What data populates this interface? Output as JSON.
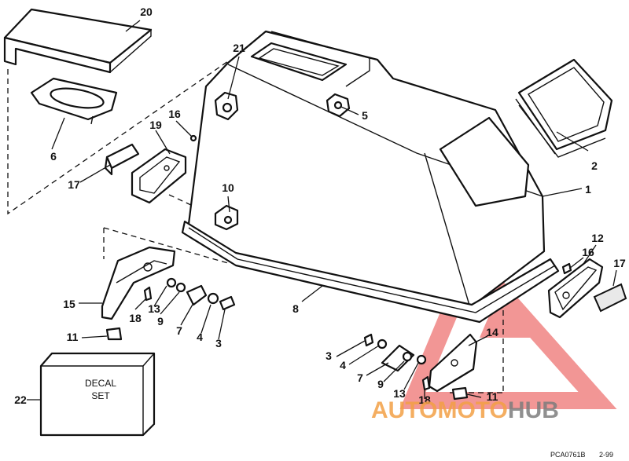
{
  "callouts": {
    "c1": "1",
    "c2": "2",
    "c3a": "3",
    "c3b": "3",
    "c4a": "4",
    "c4b": "4",
    "c5": "5",
    "c6": "6",
    "c7a": "7",
    "c7b": "7",
    "c8": "8",
    "c9a": "9",
    "c9b": "9",
    "c10": "10",
    "c11a": "11",
    "c11b": "11",
    "c12": "12",
    "c13a": "13",
    "c13b": "13",
    "c14": "14",
    "c15": "15",
    "c16a": "16",
    "c16b": "16",
    "c17a": "17",
    "c17b": "17",
    "c18a": "18",
    "c18b": "18",
    "c19": "19",
    "c20": "20",
    "c21": "21",
    "c22": "22"
  },
  "decal": {
    "line1": "DECAL",
    "line2": "SET"
  },
  "footer": {
    "code": "PCA0761B",
    "date": "2-99"
  },
  "watermark": {
    "auto": "AUTO",
    "moto": "MOTO",
    "hub": "HUB"
  },
  "colors": {
    "watermark_orange": "#f3a046",
    "watermark_gray": "#7d7d7d",
    "watermark_red": "#e8423f"
  }
}
